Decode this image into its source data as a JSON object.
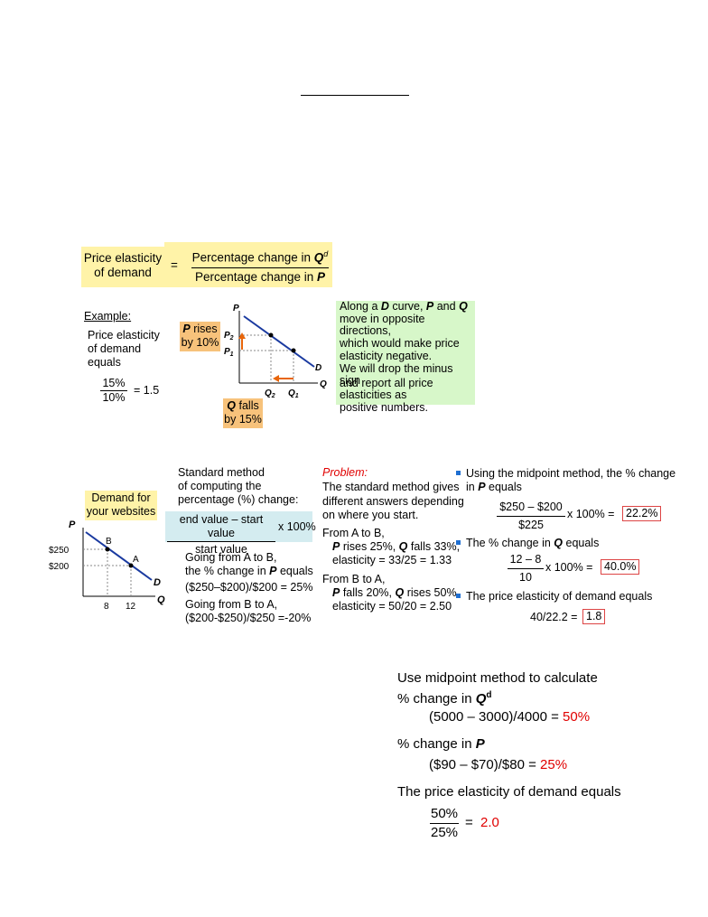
{
  "colors": {
    "yellow": "#fff3a8",
    "orange": "#f7c27b",
    "green": "#d7f7c9",
    "blue": "#d4ecf0",
    "curve": "#1a3aa0",
    "arrow": "#e8650a",
    "red": "#e00000"
  },
  "definition": {
    "label_line1": "Price elasticity",
    "label_line2": "of demand",
    "equals": "=",
    "numerator_prefix": "Percentage change in ",
    "numerator_var": "Q",
    "numerator_sup": "d",
    "denominator_prefix": "Percentage change in ",
    "denominator_var": "P"
  },
  "example": {
    "title": "Example:",
    "text_line1": "Price elasticity",
    "text_line2": "of demand",
    "text_line3": "equals",
    "numerator": "15%",
    "denominator": "10%",
    "result": "= 1.5",
    "p_rises_var": "P",
    "p_rises_word": " rises",
    "p_rises_line2": "by 10%",
    "q_falls_var": "Q",
    "q_falls_word": " falls",
    "q_falls_line2": "by 15%",
    "graph": {
      "p_axis": "P",
      "q_axis": "Q",
      "p2": "P",
      "p2_sub": "2",
      "p1": "P",
      "p1_sub": "1",
      "q2": "Q",
      "q2_sub": "2",
      "q1": "Q",
      "q1_sub": "1",
      "curve": "D"
    }
  },
  "note": {
    "line1_a": "Along a ",
    "line1_d": "D",
    "line1_b": " curve, ",
    "line1_p": "P",
    "line1_c": " and ",
    "line1_q": "Q",
    "line2": "move in opposite directions,",
    "line3": "which would make price",
    "line4": "elasticity negative.",
    "line5": "We will drop the minus sign",
    "line6": "and report all price",
    "line7": "elasticities as",
    "line8": "positive numbers."
  },
  "websites": {
    "label_line1": "Demand for",
    "label_line2": "your websites",
    "graph": {
      "p_axis": "P",
      "q_axis": "Q",
      "price_high": "$250",
      "price_low": "$200",
      "qty_low": "8",
      "qty_high": "12",
      "point_b": "B",
      "point_a": "A",
      "curve": "D"
    }
  },
  "standard": {
    "line1": "Standard method",
    "line2": "of computing the",
    "line3": "percentage (%) change:",
    "formula_num": "end value – start value",
    "formula_den": "start value",
    "formula_mult": "x 100%",
    "ab_line1": "Going from A to B,",
    "ab_line2_a": "the % change in ",
    "ab_line2_p": "P",
    "ab_line2_b": " equals",
    "ab_calc": "($250–$200)/$200  = 25%",
    "ba_line1": "Going from B to A,",
    "ba_calc": "($200-$250)/$250  =-20%"
  },
  "problem": {
    "title": "Problem:",
    "line1": "The standard method gives",
    "line2": "different answers depending",
    "line3": "on where you start.",
    "ab_head": "From A to B,",
    "ab_l1_p": "P",
    "ab_l1_a": " rises 25%, ",
    "ab_l1_q": "Q",
    "ab_l1_b": " falls 33%,",
    "ab_l2": "elasticity = 33/25 = 1.33",
    "ba_head": "From B to A,",
    "ba_l1_p": "P",
    "ba_l1_a": " falls 20%, ",
    "ba_l1_q": "Q",
    "ba_l1_b": " rises 50%,",
    "ba_l2": "elasticity = 50/20 = 2.50"
  },
  "midpoint": {
    "b1_line1": "Using the midpoint method, the % change",
    "b1_line2_a": "in ",
    "b1_line2_p": "P",
    "b1_line2_b": " equals",
    "b1_num": "$250 – $200",
    "b1_den": "$225",
    "b1_mult": "x 100%  =",
    "b1_result": "22.2%",
    "b2_a": "The % change in ",
    "b2_q": "Q",
    "b2_b": " equals",
    "b2_num": "12 – 8",
    "b2_den": "10",
    "b2_mult": "x 100%  =",
    "b2_result": "40.0%",
    "b3": "The price elasticity of demand equals",
    "b3_calc": "40/22.2  =",
    "b3_result": "1.8"
  },
  "exercise": {
    "line1": "Use midpoint method to calculate",
    "line2_a": "% change in ",
    "line2_q": "Q",
    "line2_sup": "d",
    "calc1": "(5000 – 3000)/4000 = ",
    "calc1_result": "50%",
    "line3_a": "% change in ",
    "line3_p": "P",
    "calc2": "($90 – $70)/$80 = ",
    "calc2_result": "25%",
    "line4": "The price elasticity of demand equals",
    "frac_num": "50%",
    "frac_den": "25%",
    "frac_eq": "=",
    "frac_result": "2.0"
  }
}
